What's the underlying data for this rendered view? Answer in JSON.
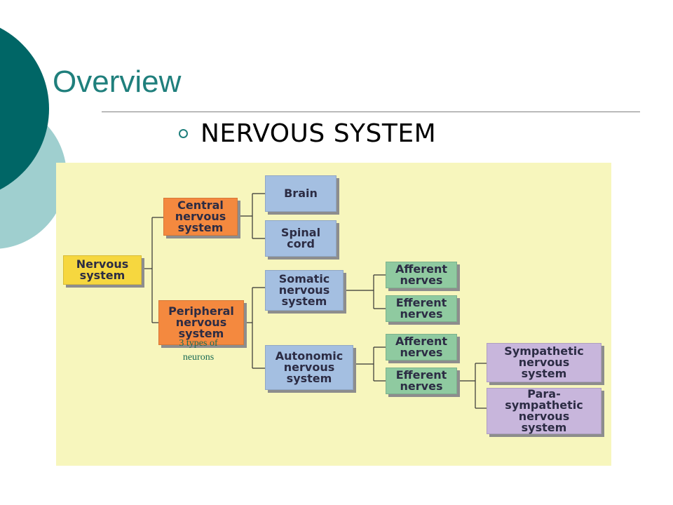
{
  "slide": {
    "title": "Overview",
    "bullet": "NERVOUS SYSTEM"
  },
  "colors": {
    "accent_dark": "#006666",
    "accent_light": "#9fcfcf",
    "title_color": "#1f7f7c",
    "panel_bg": "#f7f6bd"
  },
  "diagram": {
    "nodes": {
      "nervous_system": "Nervous\nsystem",
      "central": "Central\nnervous\nsystem",
      "peripheral": "Peripheral\nnervous\nsystem",
      "brain": "Brain",
      "spinal_cord": "Spinal\ncord",
      "somatic": "Somatic\nnervous\nsystem",
      "autonomic": "Autonomic\nnervous\nsystem",
      "somatic_afferent": "Afferent\nnerves",
      "somatic_efferent": "Efferent\nnerves",
      "autonomic_afferent": "Afferent\nnerves",
      "autonomic_efferent": "Efferent\nnerves",
      "sympathetic": "Sympathetic\nnervous\nsystem",
      "parasympathetic": "Para-\nsympathetic\nnervous\nsystem"
    },
    "annotation": "3 types of\nneurons"
  }
}
